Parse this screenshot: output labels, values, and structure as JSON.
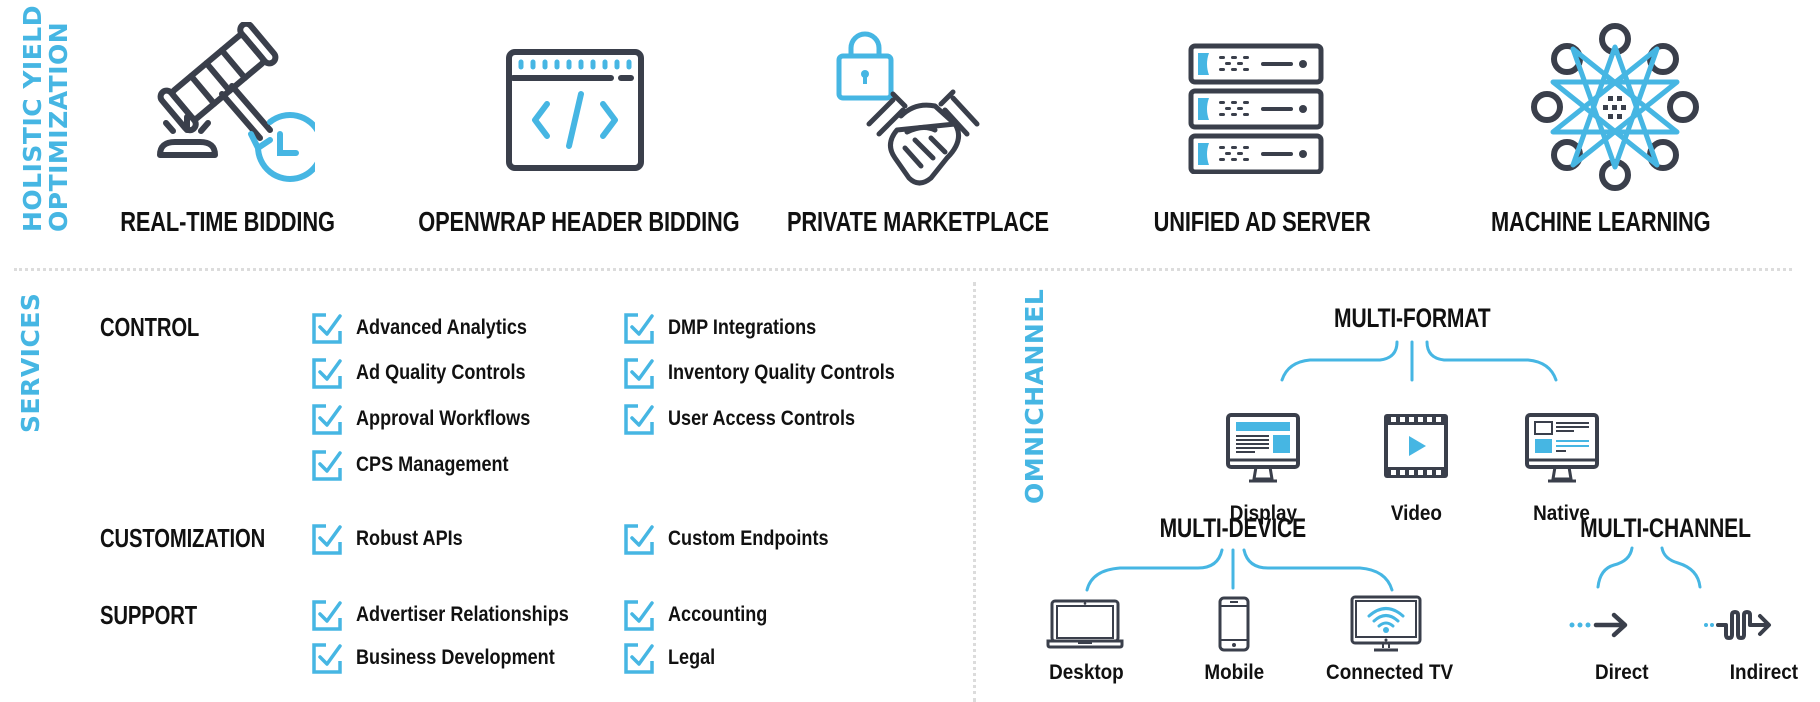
{
  "colors": {
    "accent": "#46b6e3",
    "dark": "#3a3f4b",
    "divider": "#dcdcdc",
    "text": "#111111"
  },
  "holistic": {
    "title_line1": "HOLISTIC YIELD",
    "title_line2": "OPTIMIZATION",
    "features": [
      {
        "label": "REAL-TIME BIDDING",
        "icon": "gavel-clock-icon"
      },
      {
        "label": "OPENWRAP HEADER BIDDING",
        "icon": "code-window-icon"
      },
      {
        "label": "PRIVATE MARKETPLACE",
        "icon": "lock-handshake-icon"
      },
      {
        "label": "UNIFIED AD SERVER",
        "icon": "server-rack-icon"
      },
      {
        "label": "MACHINE LEARNING",
        "icon": "neural-network-icon"
      }
    ]
  },
  "services": {
    "title": "SERVICES",
    "groups": [
      {
        "label": "CONTROL",
        "items": [
          "Advanced Analytics",
          "Ad Quality Controls",
          "Approval Workflows",
          "CPS Management",
          "DMP Integrations",
          "Inventory Quality Controls",
          "User Access Controls"
        ]
      },
      {
        "label": "CUSTOMIZATION",
        "items": [
          "Robust APIs",
          "Custom Endpoints"
        ]
      },
      {
        "label": "SUPPORT",
        "items": [
          "Advertiser Relationships",
          "Business Development",
          "Accounting",
          "Legal"
        ]
      }
    ]
  },
  "omnichannel": {
    "title": "OMNICHANNEL",
    "multi_format": {
      "title": "MULTI-FORMAT",
      "items": [
        {
          "label": "Display",
          "icon": "display-monitor-icon"
        },
        {
          "label": "Video",
          "icon": "video-film-icon"
        },
        {
          "label": "Native",
          "icon": "native-monitor-icon"
        }
      ]
    },
    "multi_device": {
      "title": "MULTI-DEVICE",
      "items": [
        {
          "label": "Desktop",
          "icon": "laptop-icon"
        },
        {
          "label": "Mobile",
          "icon": "smartphone-icon"
        },
        {
          "label": "Connected TV",
          "icon": "connected-tv-icon"
        }
      ]
    },
    "multi_channel": {
      "title": "MULTI-CHANNEL",
      "items": [
        {
          "label": "Direct",
          "icon": "direct-arrow-icon"
        },
        {
          "label": "Indirect",
          "icon": "indirect-arrow-icon"
        }
      ]
    }
  }
}
